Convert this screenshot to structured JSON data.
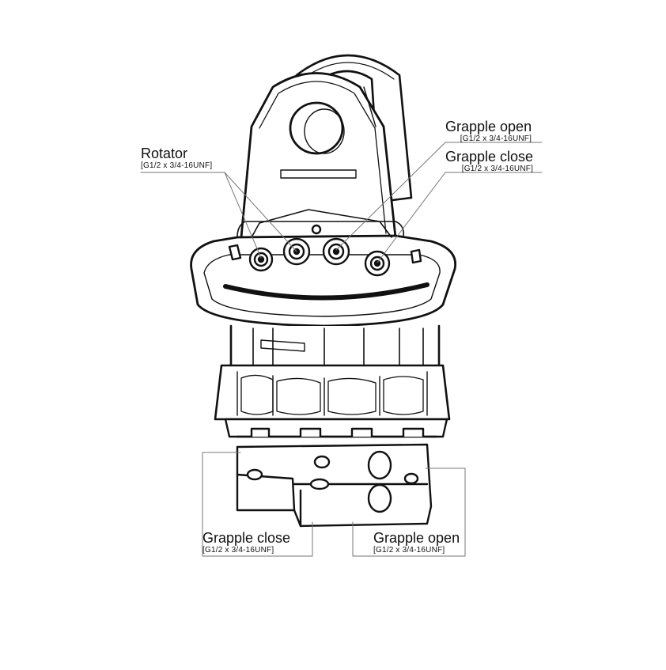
{
  "callouts": {
    "rotator": {
      "title": "Rotator",
      "spec": "[G1/2 x 3/4-16UNF]"
    },
    "grapple_open_top": {
      "title": "Grapple open",
      "spec": "[G1/2 x 3/4-16UNF]"
    },
    "grapple_close_top": {
      "title": "Grapple close",
      "spec": "[G1/2 x 3/4-16UNF]"
    },
    "grapple_close_bottom": {
      "title": "Grapple close",
      "spec": "[G1/2 x 3/4-16UNF]"
    },
    "grapple_open_bottom": {
      "title": "Grapple open",
      "spec": "[G1/2 x 3/4-16UNF]"
    }
  },
  "colors": {
    "line": "#111111",
    "leader": "#777777",
    "background": "#ffffff"
  }
}
